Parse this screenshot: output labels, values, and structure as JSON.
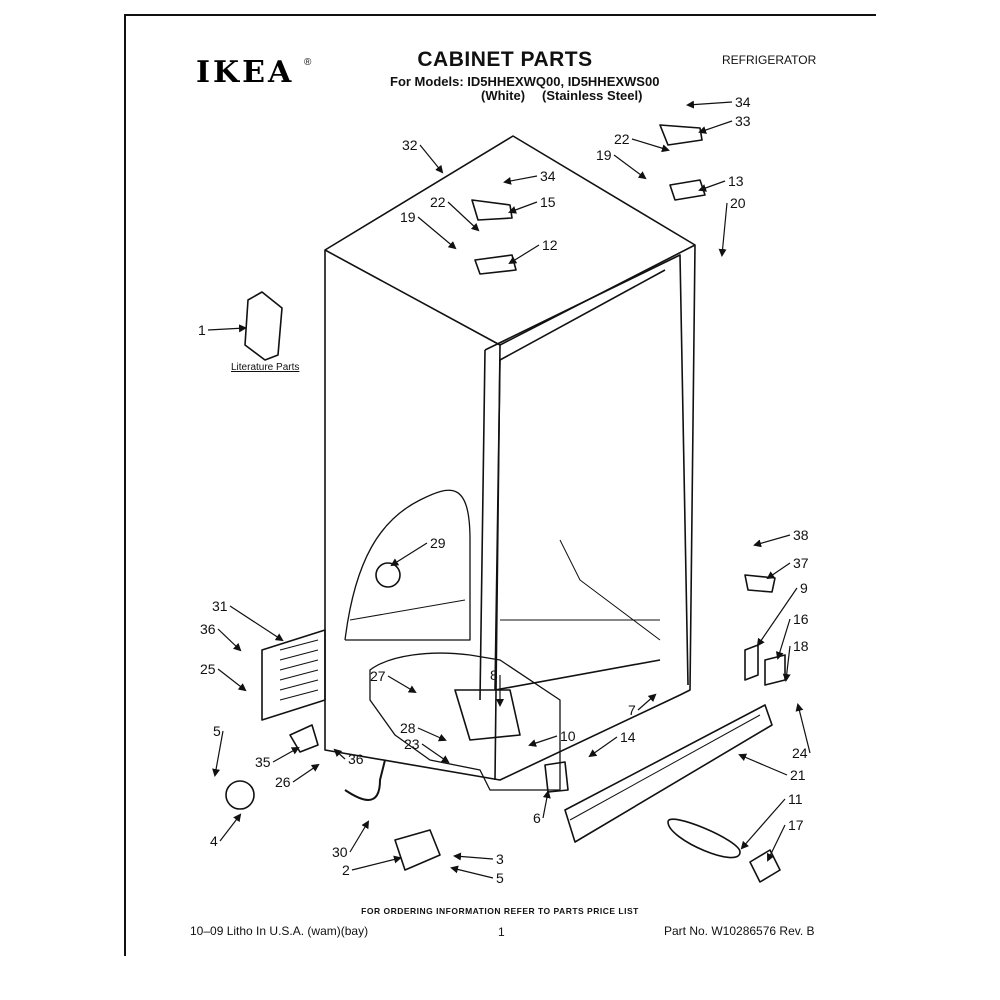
{
  "header": {
    "logo": "IKEA",
    "logo_mark": "®",
    "title": "CABINET PARTS",
    "models_line": "For Models: ID5HHEXWQ00, ID5HHEXWS00",
    "variant_white": "(White)",
    "variant_stainless": "(Stainless Steel)",
    "category": "REFRIGERATOR"
  },
  "diagram": {
    "literature_label": "Literature Parts",
    "callouts": [
      {
        "id": "c34a",
        "label": "34"
      },
      {
        "id": "c33",
        "label": "33"
      },
      {
        "id": "c22a",
        "label": "22"
      },
      {
        "id": "c19a",
        "label": "19"
      },
      {
        "id": "c13",
        "label": "13"
      },
      {
        "id": "c20",
        "label": "20"
      },
      {
        "id": "c32",
        "label": "32"
      },
      {
        "id": "c34b",
        "label": "34"
      },
      {
        "id": "c22b",
        "label": "22"
      },
      {
        "id": "c15",
        "label": "15"
      },
      {
        "id": "c19b",
        "label": "19"
      },
      {
        "id": "c12",
        "label": "12"
      },
      {
        "id": "c1",
        "label": "1"
      },
      {
        "id": "c29",
        "label": "29"
      },
      {
        "id": "c38",
        "label": "38"
      },
      {
        "id": "c37",
        "label": "37"
      },
      {
        "id": "c9",
        "label": "9"
      },
      {
        "id": "c31",
        "label": "31"
      },
      {
        "id": "c16",
        "label": "16"
      },
      {
        "id": "c36a",
        "label": "36"
      },
      {
        "id": "c18",
        "label": "18"
      },
      {
        "id": "c25",
        "label": "25"
      },
      {
        "id": "c27",
        "label": "27"
      },
      {
        "id": "c8",
        "label": "8"
      },
      {
        "id": "c7",
        "label": "7"
      },
      {
        "id": "c28",
        "label": "28"
      },
      {
        "id": "c10",
        "label": "10"
      },
      {
        "id": "c14",
        "label": "14"
      },
      {
        "id": "c24",
        "label": "24"
      },
      {
        "id": "c5a",
        "label": "5"
      },
      {
        "id": "c23",
        "label": "23"
      },
      {
        "id": "c35",
        "label": "35"
      },
      {
        "id": "c36b",
        "label": "36"
      },
      {
        "id": "c21",
        "label": "21"
      },
      {
        "id": "c26",
        "label": "26"
      },
      {
        "id": "c6",
        "label": "6"
      },
      {
        "id": "c11",
        "label": "11"
      },
      {
        "id": "c4",
        "label": "4"
      },
      {
        "id": "c17",
        "label": "17"
      },
      {
        "id": "c30",
        "label": "30"
      },
      {
        "id": "c3",
        "label": "3"
      },
      {
        "id": "c2",
        "label": "2"
      },
      {
        "id": "c5b",
        "label": "5"
      }
    ]
  },
  "footer": {
    "order_note": "FOR ORDERING INFORMATION REFER TO PARTS PRICE LIST",
    "litho": "10–09 Litho In U.S.A. (wam)(bay)",
    "page": "1",
    "part_number": "Part No. W10286576 Rev. B"
  },
  "colors": {
    "ink": "#111111",
    "paper": "#ffffff"
  }
}
